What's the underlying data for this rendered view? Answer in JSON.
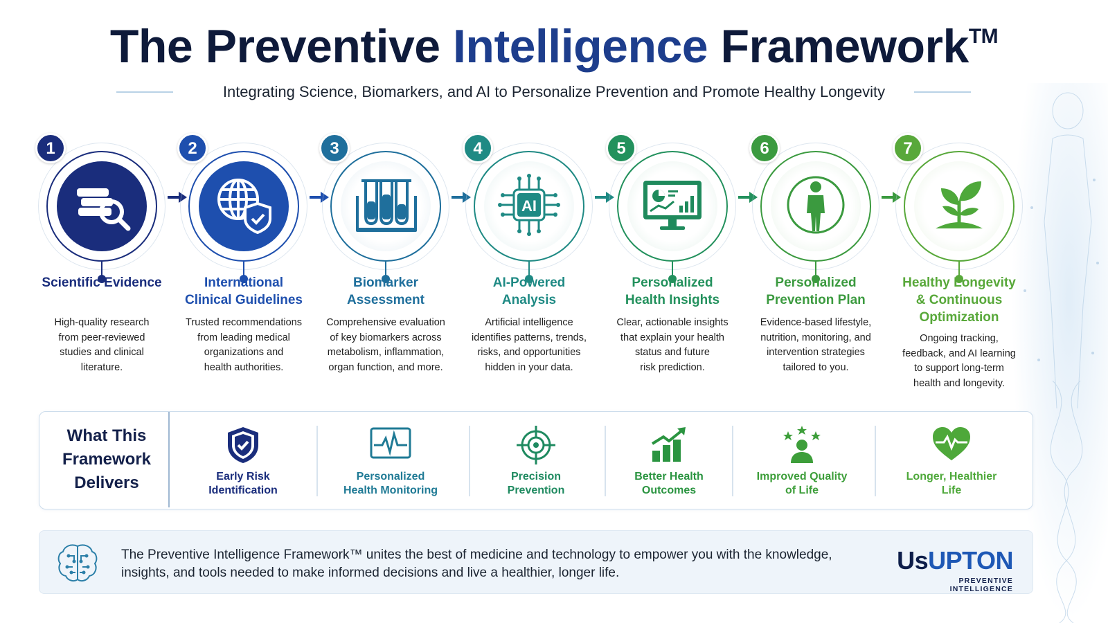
{
  "title": {
    "prefix": "The Preventive ",
    "accent": "Intelligence",
    "suffix": " Framework",
    "tm": "TM"
  },
  "subtitle": "Integrating Science, Biomarkers, and AI to Personalize Prevention and Promote Healthy Longevity",
  "colors": {
    "navy": "#1a2d7c",
    "blue": "#1e58b5",
    "teal_blue": "#1f6f9c",
    "teal": "#1f8a84",
    "green": "#2c9a4e",
    "green2": "#3d9e3a",
    "lime": "#5aa83a"
  },
  "steps": [
    {
      "number": "1",
      "title_lines": [
        "Scientific Evidence"
      ],
      "desc_lines": [
        "High-quality research",
        "from peer-reviewed",
        "studies and clinical",
        "literature."
      ],
      "icon": "books-magnifier-icon",
      "color": "#1a2d7c"
    },
    {
      "number": "2",
      "title_lines": [
        "International",
        "Clinical Guidelines"
      ],
      "desc_lines": [
        "Trusted recommendations",
        "from leading medical",
        "organizations and",
        "health authorities."
      ],
      "icon": "globe-shield-icon",
      "color": "#1e4fae"
    },
    {
      "number": "3",
      "title_lines": [
        "Biomarker",
        "Assessment"
      ],
      "desc_lines": [
        "Comprehensive evaluation",
        "of key biomarkers across",
        "metabolism, inflammation,",
        "organ function, and more."
      ],
      "icon": "test-tubes-icon",
      "color": "#1f6f9c"
    },
    {
      "number": "4",
      "title_lines": [
        "AI-Powered",
        "Analysis"
      ],
      "desc_lines": [
        "Artificial intelligence",
        "identifies patterns, trends,",
        "risks, and opportunities",
        "hidden in your data."
      ],
      "icon": "ai-chip-icon",
      "color": "#1f8a84"
    },
    {
      "number": "5",
      "title_lines": [
        "Personalized",
        "Health Insights"
      ],
      "desc_lines": [
        "Clear, actionable insights",
        "that explain your health",
        "status and future",
        "risk prediction."
      ],
      "icon": "dashboard-monitor-icon",
      "color": "#23915d"
    },
    {
      "number": "6",
      "title_lines": [
        "Personalized",
        "Prevention Plan"
      ],
      "desc_lines": [
        "Evidence-based lifestyle,",
        "nutrition, monitoring, and",
        "intervention strategies",
        "tailored to you."
      ],
      "icon": "person-icon",
      "color": "#3b9a3f"
    },
    {
      "number": "7",
      "title_lines": [
        "Healthy Longevity",
        "& Continuous",
        "Optimization"
      ],
      "desc_lines": [
        "Ongoing tracking,",
        "feedback, and AI learning",
        "to support long-term",
        "health and longevity."
      ],
      "icon": "sprout-icon",
      "color": "#58a83a"
    }
  ],
  "delivers": {
    "title_lines": [
      "What This",
      "Framework",
      "Delivers"
    ],
    "items": [
      {
        "label_lines": [
          "Early Risk",
          "Identification"
        ],
        "icon": "shield-check-icon",
        "color": "#1a2d7c"
      },
      {
        "label_lines": [
          "Personalized",
          "Health Monitoring"
        ],
        "icon": "heart-monitor-icon",
        "color": "#1f7a95"
      },
      {
        "label_lines": [
          "Precision",
          "Prevention"
        ],
        "icon": "target-icon",
        "color": "#1f8a60"
      },
      {
        "label_lines": [
          "Better Health",
          "Outcomes"
        ],
        "icon": "growth-chart-icon",
        "color": "#2a9440"
      },
      {
        "label_lines": [
          "Improved Quality",
          "of Life"
        ],
        "icon": "person-stars-icon",
        "color": "#3d9e3a"
      },
      {
        "label_lines": [
          "Longer, Healthier",
          "Life"
        ],
        "icon": "heart-pulse-icon",
        "color": "#4ea83a"
      }
    ]
  },
  "footer": {
    "text_lines": [
      "The Preventive Intelligence Framework™ unites the best of medicine and technology to empower you with the knowledge,",
      "insights, and tools needed to make informed decisions and live a healthier, longer life."
    ],
    "logo_prefix": "Us",
    "logo_accent": "UPTON",
    "logo_tagline": "PREVENTIVE INTELLIGENCE",
    "icon": "brain-circuit-icon"
  }
}
